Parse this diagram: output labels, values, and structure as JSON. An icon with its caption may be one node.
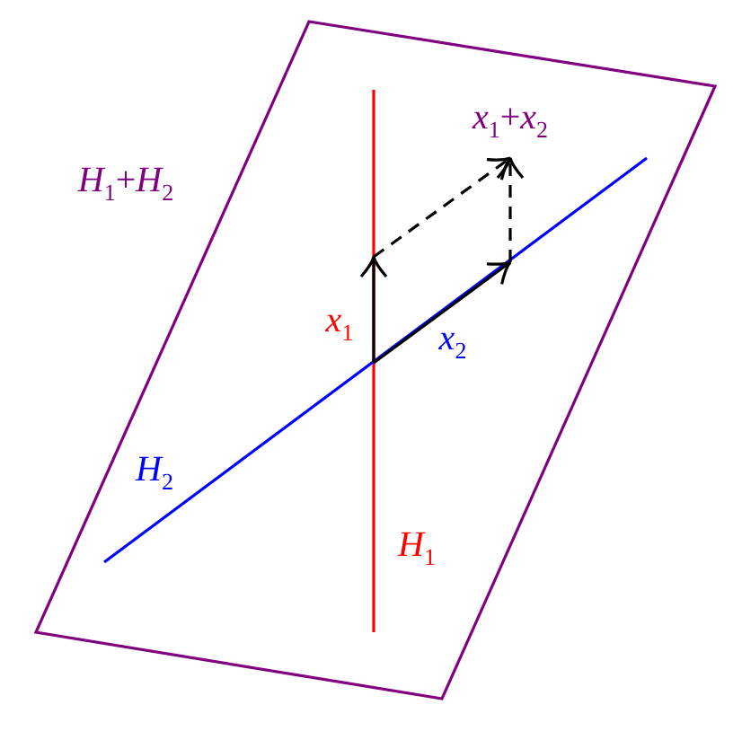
{
  "diagram": {
    "nodes": [
      {
        "text": [
          "*H*$_{1}$+*H*$_{2}$"
        ]
      }
    ],
    "labels": [
      "*x*$_{1}$+*x*$_{2}$",
      "*x*$_{1}$",
      "*x*$_{2}$",
      "*H*$_{2}$",
      "*H*$_{1}$"
    ]
  }
}
